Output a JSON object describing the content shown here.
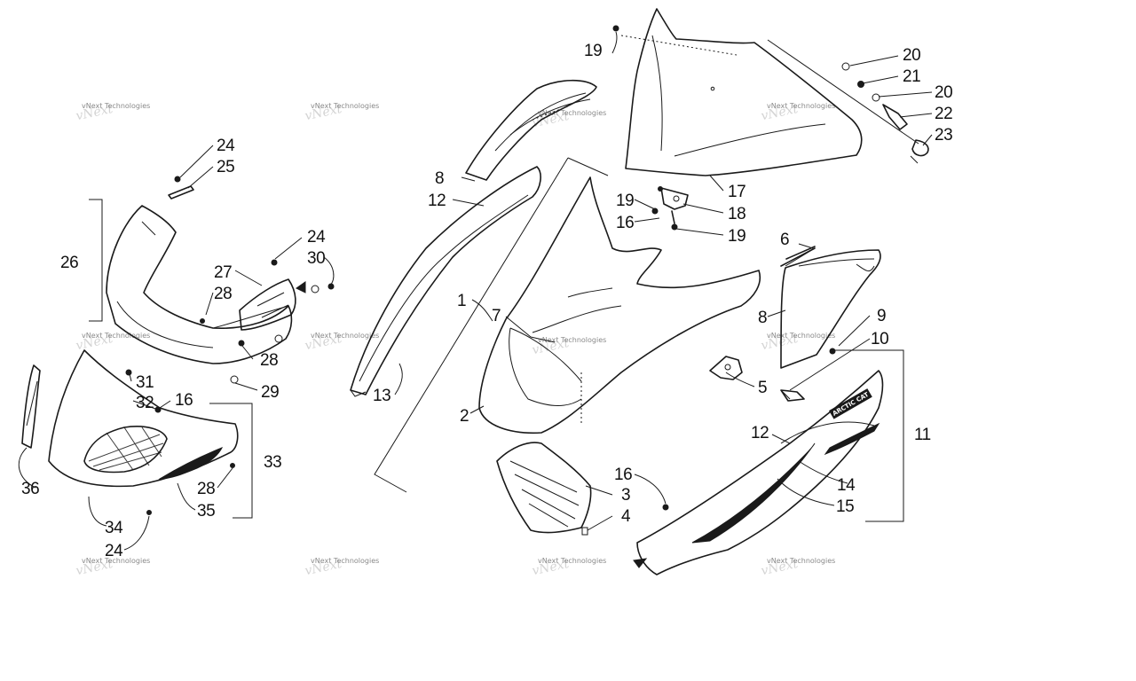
{
  "watermark": {
    "text": "vNext Technologies"
  },
  "decal": {
    "text": "ARCTIC CAT"
  },
  "callouts": [
    {
      "id": "c19a",
      "label": "19"
    },
    {
      "id": "c20a",
      "label": "20"
    },
    {
      "id": "c21",
      "label": "21"
    },
    {
      "id": "c20b",
      "label": "20"
    },
    {
      "id": "c22",
      "label": "22"
    },
    {
      "id": "c23",
      "label": "23"
    },
    {
      "id": "c24a",
      "label": "24"
    },
    {
      "id": "c25",
      "label": "25"
    },
    {
      "id": "c8a",
      "label": "8"
    },
    {
      "id": "c12a",
      "label": "12"
    },
    {
      "id": "c17",
      "label": "17"
    },
    {
      "id": "c19b",
      "label": "19"
    },
    {
      "id": "c18",
      "label": "18"
    },
    {
      "id": "c16a",
      "label": "16"
    },
    {
      "id": "c19c",
      "label": "19"
    },
    {
      "id": "c26",
      "label": "26"
    },
    {
      "id": "c24b",
      "label": "24"
    },
    {
      "id": "c30",
      "label": "30"
    },
    {
      "id": "c6",
      "label": "6"
    },
    {
      "id": "c27",
      "label": "27"
    },
    {
      "id": "c28a",
      "label": "28"
    },
    {
      "id": "c1",
      "label": "1"
    },
    {
      "id": "c7",
      "label": "7"
    },
    {
      "id": "c8b",
      "label": "8"
    },
    {
      "id": "c9",
      "label": "9"
    },
    {
      "id": "c10",
      "label": "10"
    },
    {
      "id": "c28b",
      "label": "28"
    },
    {
      "id": "c29",
      "label": "29"
    },
    {
      "id": "c31",
      "label": "31"
    },
    {
      "id": "c32",
      "label": "32"
    },
    {
      "id": "c16b",
      "label": "16"
    },
    {
      "id": "c13",
      "label": "13"
    },
    {
      "id": "c5",
      "label": "5"
    },
    {
      "id": "c2",
      "label": "2"
    },
    {
      "id": "c12b",
      "label": "12"
    },
    {
      "id": "c11",
      "label": "11"
    },
    {
      "id": "c33",
      "label": "33"
    },
    {
      "id": "c14",
      "label": "14"
    },
    {
      "id": "c16c",
      "label": "16"
    },
    {
      "id": "c36",
      "label": "36"
    },
    {
      "id": "c28c",
      "label": "28"
    },
    {
      "id": "c3",
      "label": "3"
    },
    {
      "id": "c15",
      "label": "15"
    },
    {
      "id": "c35",
      "label": "35"
    },
    {
      "id": "c4",
      "label": "4"
    },
    {
      "id": "c34",
      "label": "34"
    },
    {
      "id": "c24c",
      "label": "24"
    }
  ]
}
